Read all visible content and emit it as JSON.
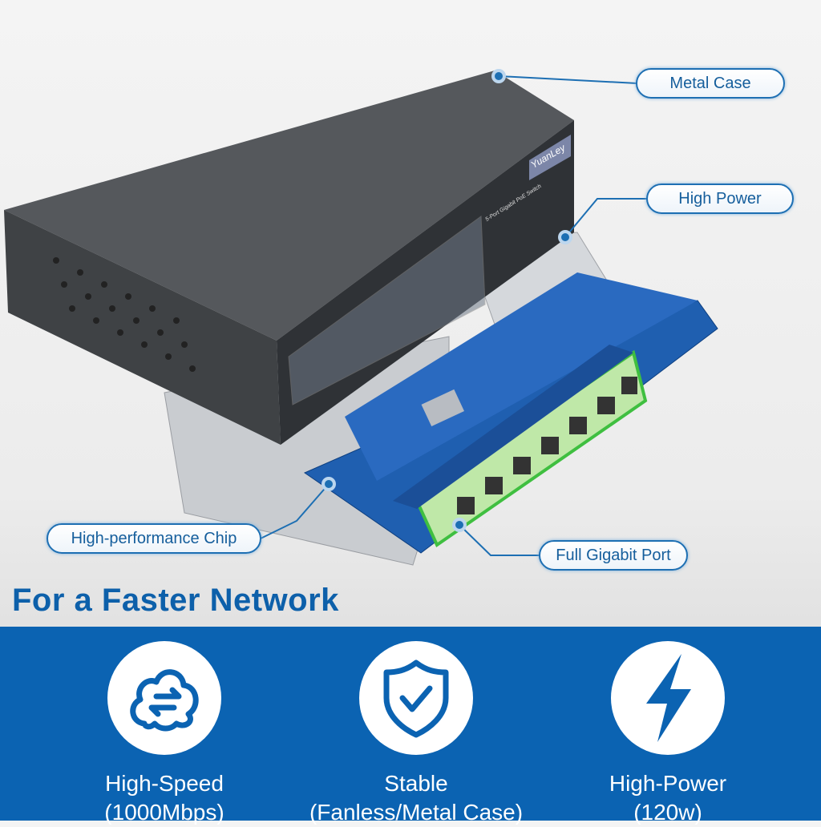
{
  "callouts": {
    "metal_case": "Metal Case",
    "high_power": "High Power",
    "chip": "High-performance Chip",
    "port": "Full Gigabit Port"
  },
  "device": {
    "brand": "YuanLey",
    "model": "5-Port Gigabit PoE Switch"
  },
  "headline": "For a Faster Network",
  "features": [
    {
      "icon": "cloud-transfer-icon",
      "line1": "High-Speed",
      "line2": "(1000Mbps)"
    },
    {
      "icon": "shield-check-icon",
      "line1": "Stable",
      "line2": "(Fanless/Metal Case)"
    },
    {
      "icon": "lightning-bolt-icon",
      "line1": "High-Power",
      "line2": "(120w)"
    }
  ],
  "colors": {
    "brand_blue": "#0b63b2",
    "headline": "#0d60aa"
  }
}
